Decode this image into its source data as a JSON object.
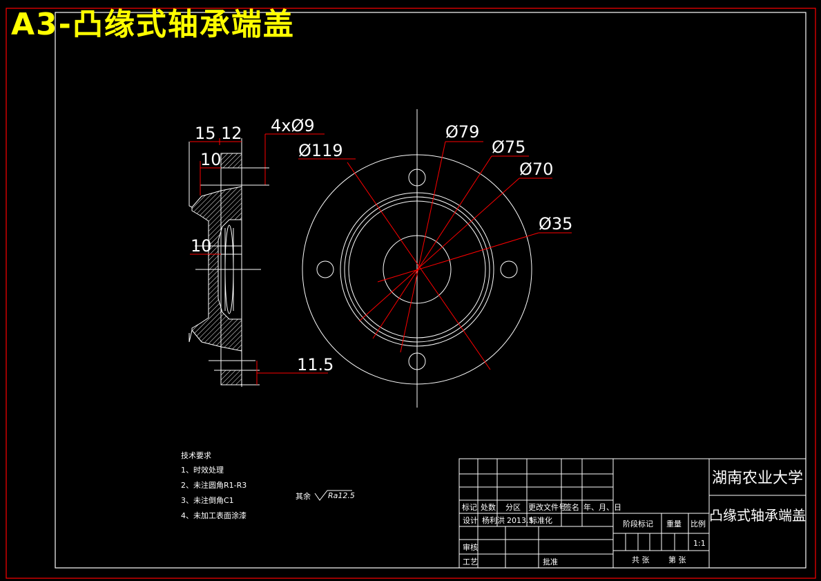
{
  "title": "A3-凸缘式轴承端盖",
  "dimensions": {
    "d_holes": "4xØ9",
    "d119": "Ø119",
    "d79": "Ø79",
    "d75": "Ø75",
    "d70": "Ø70",
    "d35": "Ø35",
    "w15": "15",
    "w12": "12",
    "h10_top": "10",
    "h10_mid": "10",
    "h11_5": "11.5"
  },
  "tech_requirements": {
    "heading": "技术要求",
    "items": [
      "1、时效处理",
      "2、未注圆角R1-R3",
      "3、未注倒角C1",
      "4、未加工表面涂漆"
    ]
  },
  "roughness": {
    "prefix": "其余",
    "value": "Ra12.5"
  },
  "title_block": {
    "header_row": [
      "标记",
      "处数",
      "分区",
      "更改文件号",
      "签名",
      "年、月、日"
    ],
    "design_label": "设计",
    "designer": "杨利洪",
    "date": "2013.5",
    "standard_label": "标准化",
    "review_label": "审核",
    "process_label": "工艺",
    "approve_label": "批准",
    "stage_label": "阶段标记",
    "weight_label": "重量",
    "scale_label": "比例",
    "scale_value": "1:1",
    "sheets_total": "共   张",
    "sheet_no": "第   张",
    "school": "湖南农业大学",
    "part_name": "凸缘式轴承端盖"
  },
  "colors": {
    "background": "#000000",
    "outline": "#ffffff",
    "border": "#ff0000",
    "dimension": "#ff0000",
    "title": "#ffff00"
  }
}
